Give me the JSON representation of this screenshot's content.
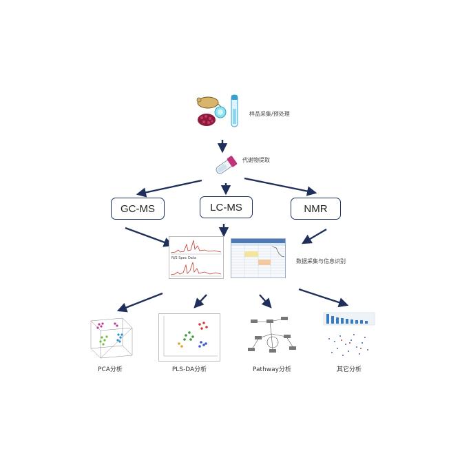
{
  "steps": {
    "sample": "样品采集/预处理",
    "extract": "代谢物提取",
    "data": "数据采集与信息识别"
  },
  "platforms": [
    "GC-MS",
    "LC-MS",
    "NMR"
  ],
  "chromatogram_label": "N/S Spec Data",
  "analyses": [
    "PCA分析",
    "PLS-DA分析",
    "Pathway分析",
    "其它分析"
  ]
}
